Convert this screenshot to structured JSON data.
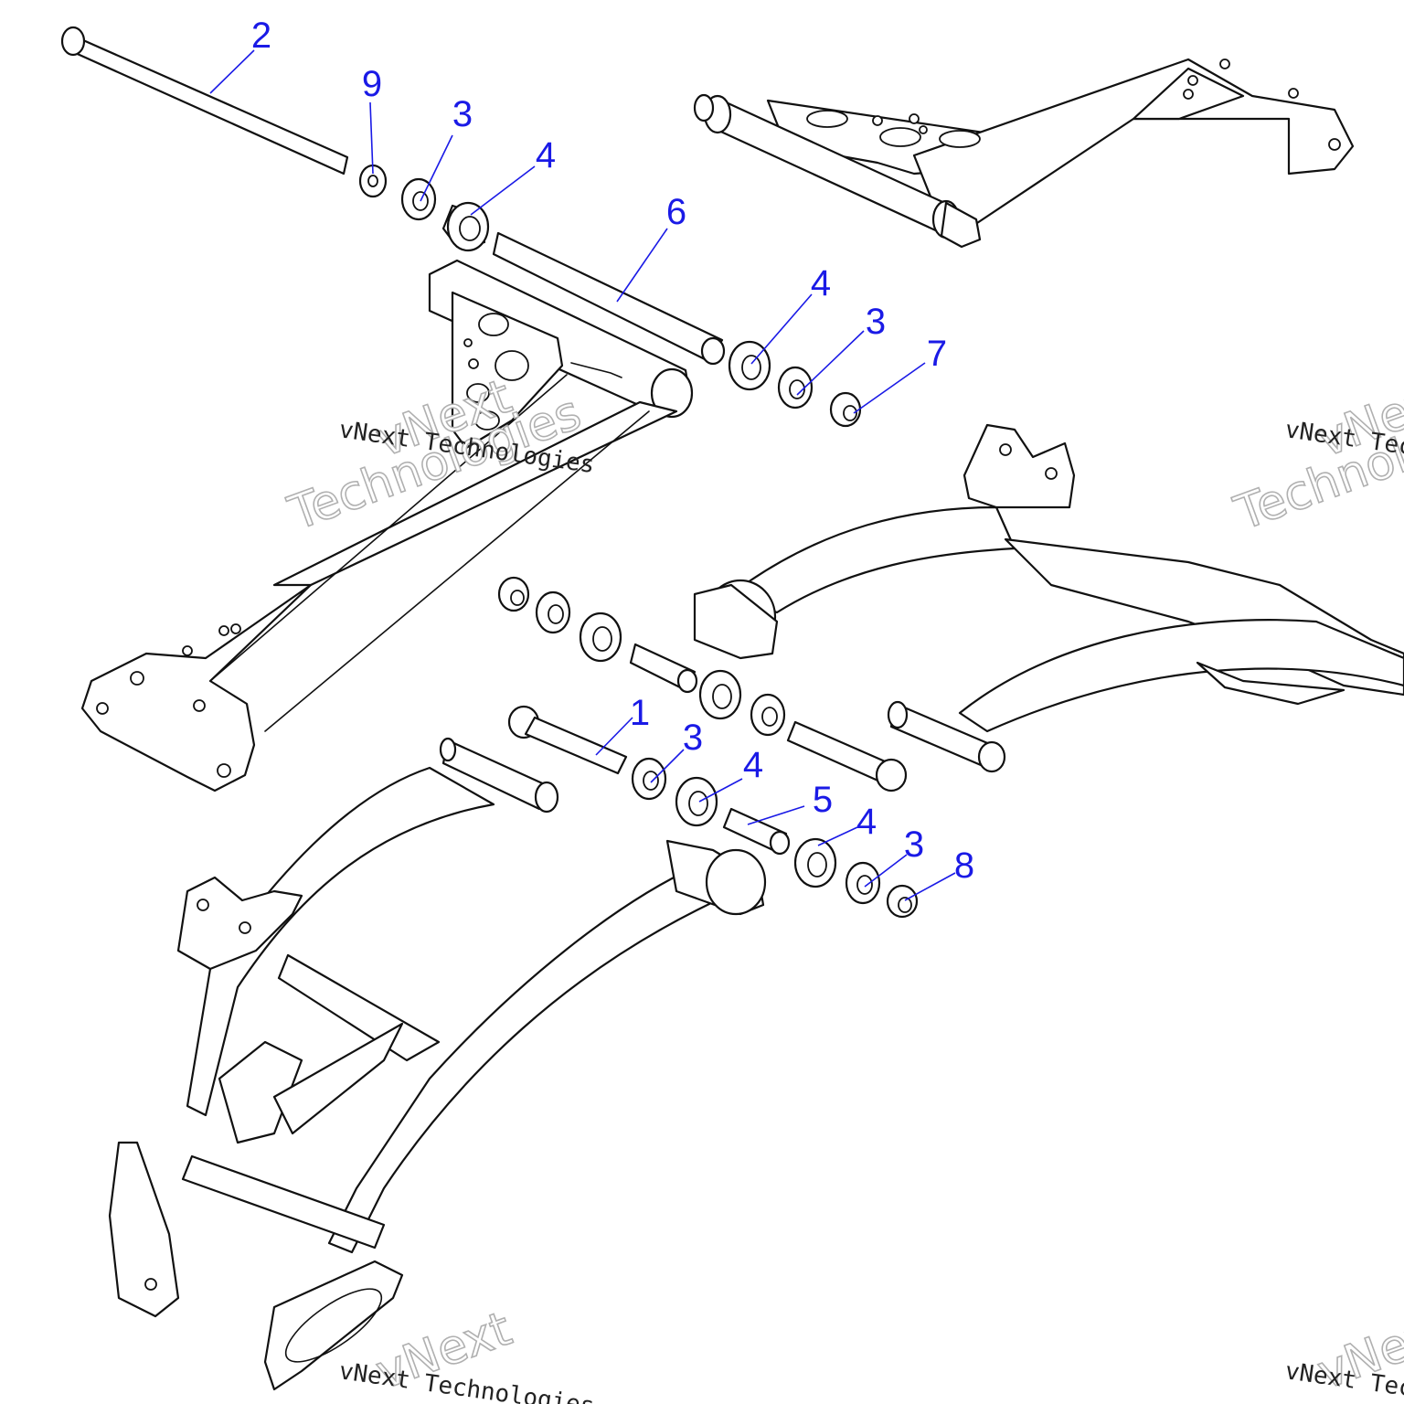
{
  "callouts": [
    {
      "label": "2"
    },
    {
      "label": "9"
    },
    {
      "label": "3"
    },
    {
      "label": "4"
    },
    {
      "label": "6"
    },
    {
      "label": "4"
    },
    {
      "label": "3"
    },
    {
      "label": "7"
    },
    {
      "label": "1"
    },
    {
      "label": "3"
    },
    {
      "label": "4"
    },
    {
      "label": "5"
    },
    {
      "label": "4"
    },
    {
      "label": "3"
    },
    {
      "label": "8"
    }
  ],
  "watermark": {
    "mono_text": "vNext Technologies",
    "outline_line1": "vNext",
    "outline_line2": "Technologies"
  },
  "colors": {
    "callout": "#1a1ae6",
    "linework": "#111111",
    "watermark_outline": "#b0b0b0"
  }
}
